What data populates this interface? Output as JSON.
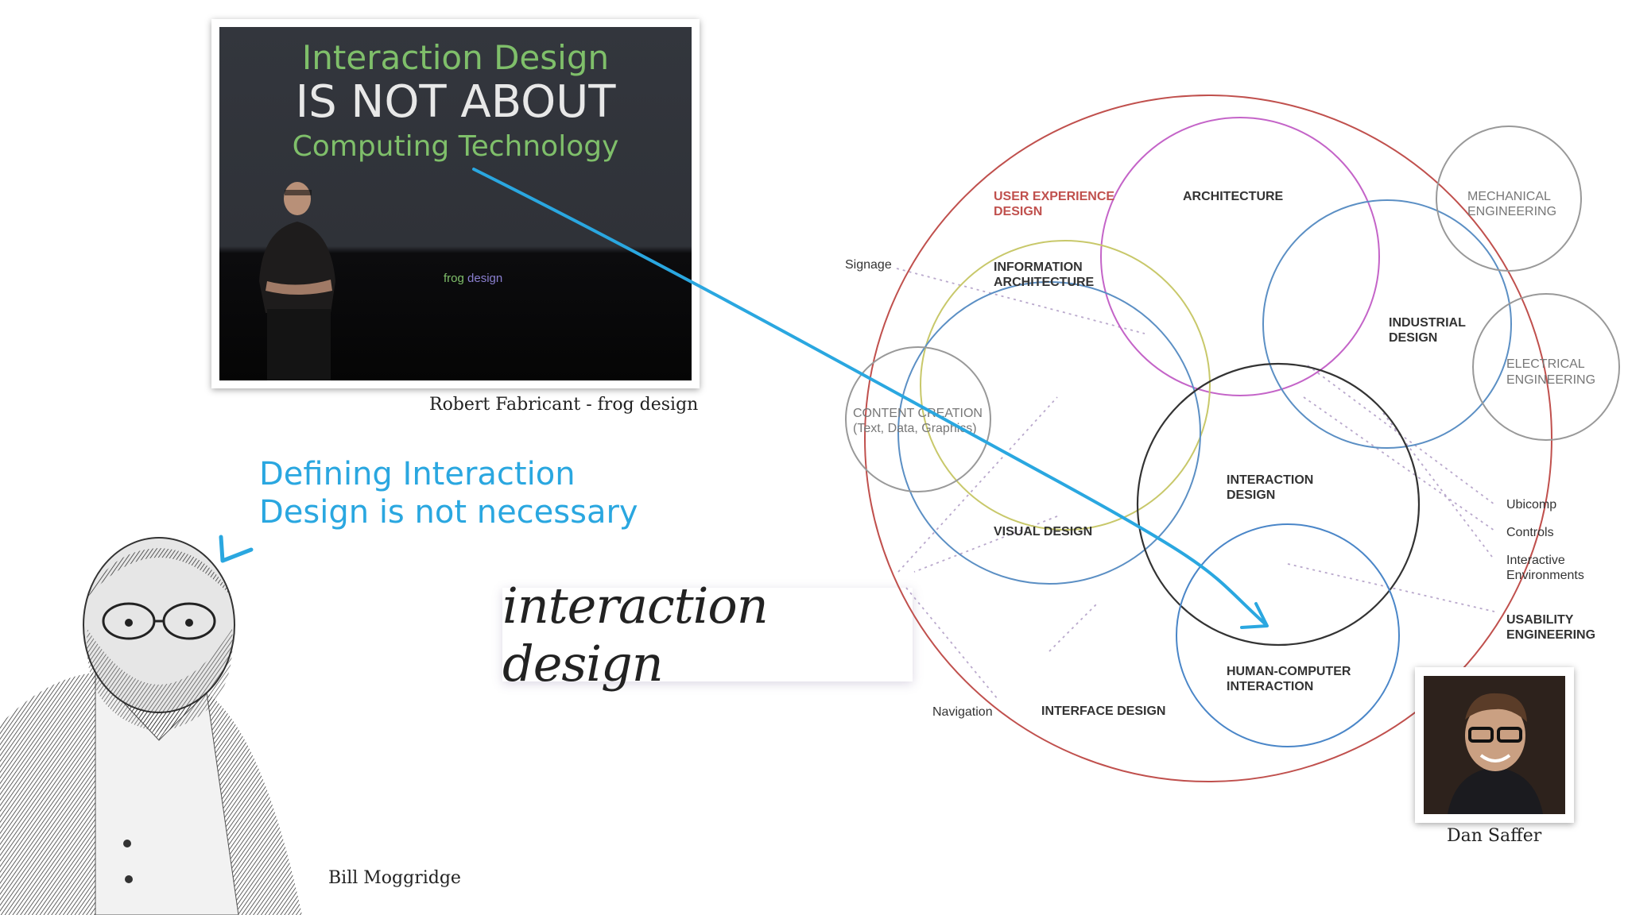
{
  "slide_photo": {
    "line1": "Interaction Design",
    "line2": "IS NOT ABOUT",
    "line3": "Computing Technology",
    "logo_frog": "frog",
    "logo_design": "design",
    "caption": "Robert Fabricant - frog design"
  },
  "quote": {
    "line1": "Defining Interaction",
    "line2": "Design is not necessary"
  },
  "person_left_caption": "Bill Moggridge",
  "person_right_caption": "Dan Saffer",
  "note_card_text": "interaction design",
  "diagram": {
    "labels": {
      "ux_line1": "USER EXPERIENCE",
      "ux_line2": "DESIGN",
      "architecture": "ARCHITECTURE",
      "info_arch_line1": "INFORMATION",
      "info_arch_line2": "ARCHITECTURE",
      "signage": "Signage",
      "industrial_line1": "INDUSTRIAL",
      "industrial_line2": "DESIGN",
      "mechanical_line1": "MECHANICAL",
      "mechanical_line2": "ENGINEERING",
      "electrical_line1": "ELECTRICAL",
      "electrical_line2": "ENGINEERING",
      "content_line1": "CONTENT CREATION",
      "content_line2": "(Text, Data, Graphics)",
      "interaction_line1": "INTERACTION",
      "interaction_line2": "DESIGN",
      "visual": "VISUAL DESIGN",
      "hci_line1": "HUMAN-COMPUTER",
      "hci_line2": "INTERACTION",
      "navigation": "Navigation",
      "interface": "INTERFACE DESIGN",
      "ubicomp": "Ubicomp",
      "controls": "Controls",
      "interactive_line1": "Interactive",
      "interactive_line2": "Environments",
      "usability_line1": "USABILITY",
      "usability_line2": "ENGINEERING"
    },
    "colors": {
      "ux": "#c0504d",
      "architecture": "#c464c8",
      "info_arch": "#c8c86a",
      "visual": "#5b8fc4",
      "industrial": "#5b8fc4",
      "interaction": "#333333",
      "hci": "#4a86c8",
      "grey": "#999999",
      "arrow": "#2aa7e0"
    }
  }
}
